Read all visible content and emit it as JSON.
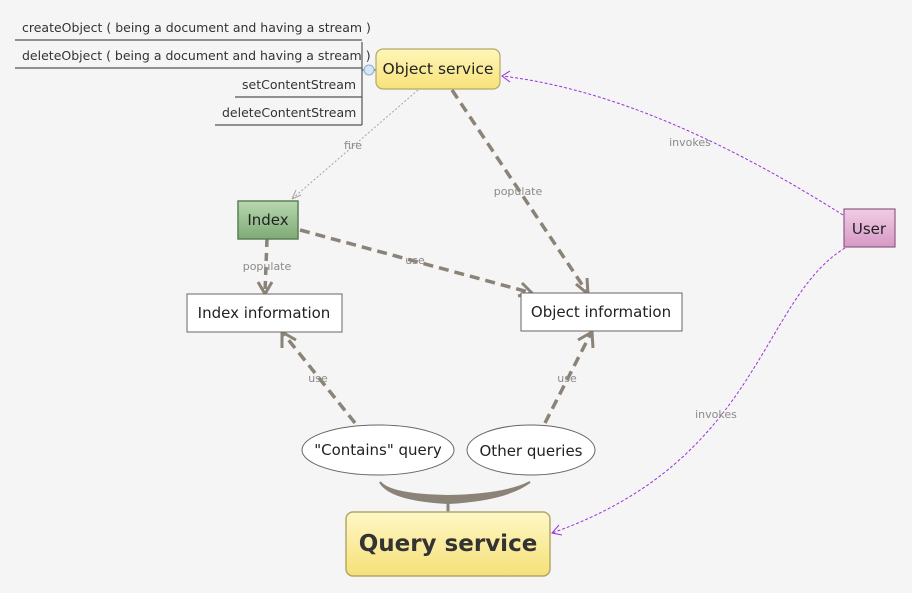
{
  "nodes": {
    "object_service": "Object service",
    "index": "Index",
    "index_information": "Index information",
    "object_information": "Object information",
    "contains_query": "\"Contains\" query",
    "other_queries": "Other queries",
    "query_service": "Query service",
    "user": "User"
  },
  "object_service_operations": [
    "createObject ( being a document and having a stream )",
    "deleteObject ( being a document and having a stream )",
    "setContentStream",
    "deleteContentStream"
  ],
  "edge_labels": {
    "fire": "fire",
    "populate_object": "populate",
    "invokes_object": "invokes",
    "populate_index": "populate",
    "use_index_object": "use",
    "use_contains": "use",
    "use_other": "use",
    "invokes_query": "invokes"
  },
  "colors": {
    "yellow_fill": "#fbe98a",
    "green_fill": "#8fb787",
    "pink_fill": "#dfa9d0",
    "dashed_edge": "#8c8378",
    "invokes_edge": "#9b30d9"
  }
}
